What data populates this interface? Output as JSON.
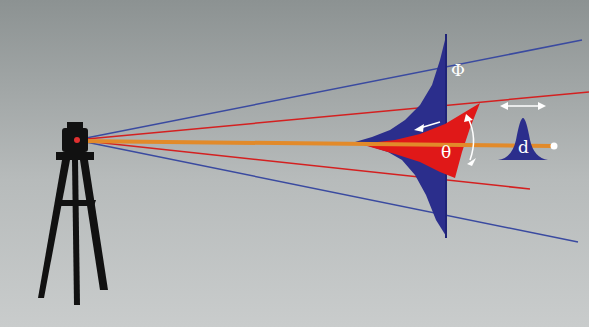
{
  "diagram": {
    "labels": [
      "Φ",
      "θ",
      "d"
    ]
  }
}
